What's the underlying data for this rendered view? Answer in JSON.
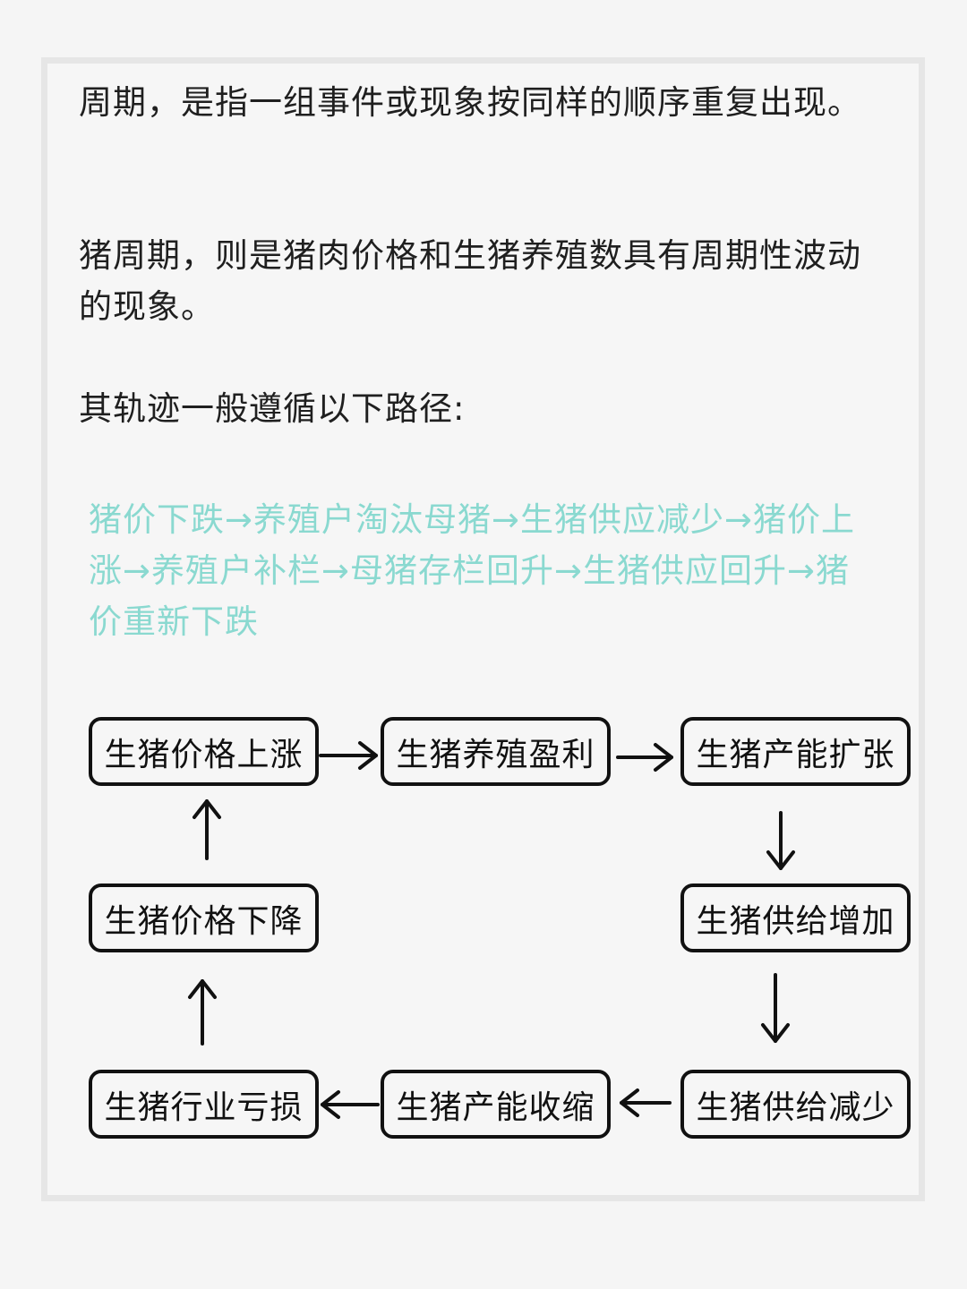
{
  "intro": {
    "definition_cycle": "周期，是指一组事件或现象按同样的顺序重复出现。",
    "definition_pig_cycle": "猪周期，则是猪肉价格和生猪养殖数具有周期性波动的现象。",
    "trajectory_lead": "其轨迹一般遵循以下路径:"
  },
  "trajectory_path": {
    "text": "猪价下跌→养殖户淘汰母猪→生猪供应减少→猪价上涨→养殖户补栏→母猪存栏回升→生猪供应回升→猪价重新下跌",
    "color": "#8ad9d0"
  },
  "cycle_diagram": {
    "nodes": {
      "price_rise": "生猪价格上涨",
      "breeding_profit": "生猪养殖盈利",
      "capacity_expand": "生猪产能扩张",
      "supply_increase": "生猪供给增加",
      "supply_decrease": "生猪供给减少",
      "capacity_shrink": "生猪产能收缩",
      "industry_loss": "生猪行业亏损",
      "price_fall": "生猪价格下降"
    },
    "edges": [
      [
        "price_rise",
        "breeding_profit"
      ],
      [
        "breeding_profit",
        "capacity_expand"
      ],
      [
        "capacity_expand",
        "supply_increase"
      ],
      [
        "supply_increase",
        "supply_decrease"
      ],
      [
        "supply_decrease",
        "capacity_shrink"
      ],
      [
        "capacity_shrink",
        "industry_loss"
      ],
      [
        "industry_loss",
        "price_fall"
      ],
      [
        "price_fall",
        "price_rise"
      ]
    ]
  }
}
